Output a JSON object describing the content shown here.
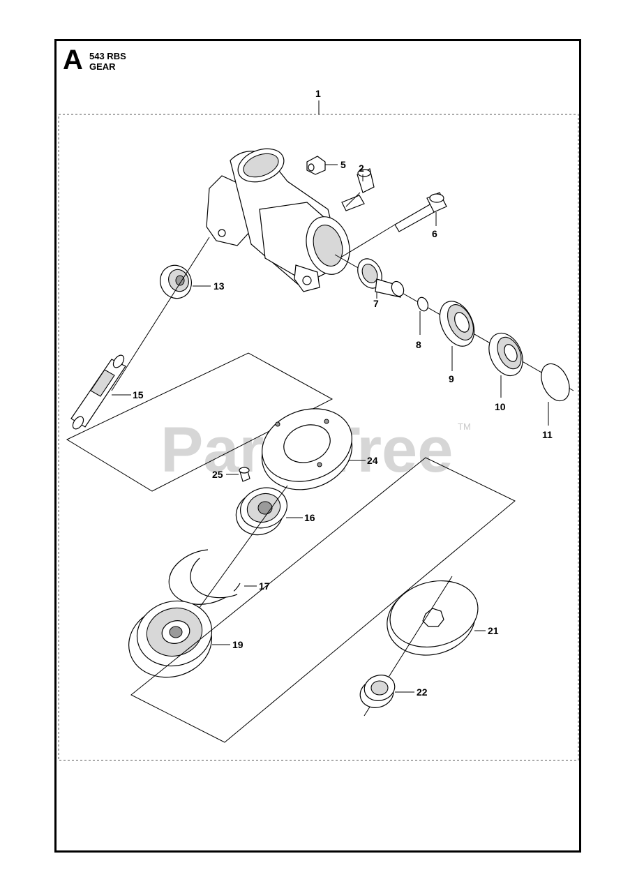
{
  "header": {
    "section_letter": "A",
    "model": "543 RBS",
    "section_title": "GEAR"
  },
  "watermark": {
    "brand": "PartsTree",
    "trademark": "TM"
  },
  "callouts": {
    "c1": "1",
    "c2": "2",
    "c5": "5",
    "c6": "6",
    "c7": "7",
    "c8": "8",
    "c9": "9",
    "c10": "10",
    "c11": "11",
    "c13": "13",
    "c15": "15",
    "c16": "16",
    "c17": "17",
    "c19": "19",
    "c21": "21",
    "c22": "22",
    "c24": "24",
    "c25": "25"
  }
}
